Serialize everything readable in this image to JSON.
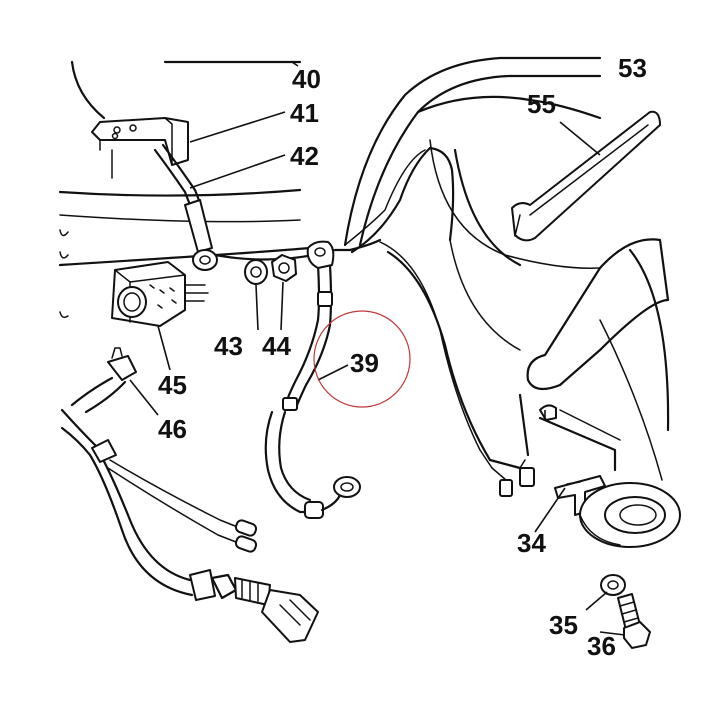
{
  "callouts": [
    {
      "id": "40",
      "text": "40"
    },
    {
      "id": "41",
      "text": "41"
    },
    {
      "id": "42",
      "text": "42"
    },
    {
      "id": "53",
      "text": "53"
    },
    {
      "id": "55",
      "text": "55"
    },
    {
      "id": "43",
      "text": "43"
    },
    {
      "id": "44",
      "text": "44"
    },
    {
      "id": "39",
      "text": "39"
    },
    {
      "id": "45",
      "text": "45"
    },
    {
      "id": "46",
      "text": "46"
    },
    {
      "id": "34",
      "text": "34"
    },
    {
      "id": "35",
      "text": "35"
    },
    {
      "id": "36",
      "text": "36"
    }
  ],
  "colors": {
    "ink": "#111111",
    "background": "#ffffff",
    "highlight_circle": "#c0393b"
  }
}
